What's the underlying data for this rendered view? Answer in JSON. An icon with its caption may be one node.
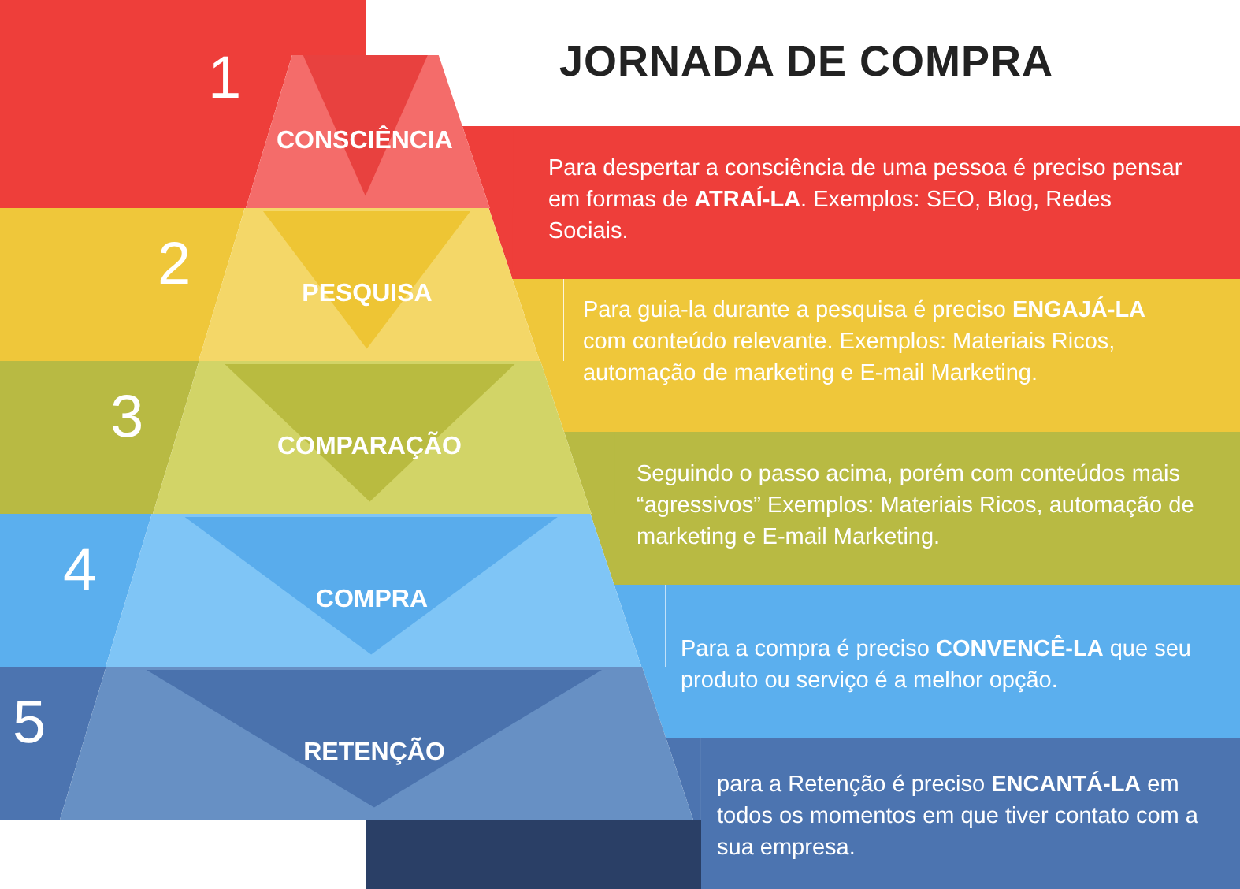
{
  "diagram": {
    "title": "JORNADA DE COMPRA",
    "nodes": [
      {
        "text": [
          "1"
        ]
      },
      {
        "text": [
          "CONSCIÊNCIA"
        ]
      },
      {
        "text": [
          "Para despertar a consciência de uma pessoa é preciso pensar em formas de **ATRAÍ-LA**. Exemplos: SEO, Blog, Redes Sociais."
        ]
      },
      {
        "text": [
          "2"
        ]
      },
      {
        "text": [
          "PESQUISA"
        ]
      },
      {
        "text": [
          "Para guia-la durante a pesquisa  é preciso **ENGAJÁ-LA** com conteúdo relevante. Exemplos: Materiais Ricos, automação de marketing e E-mail Marketing."
        ]
      },
      {
        "text": [
          "3"
        ]
      },
      {
        "text": [
          "COMPARAÇÃO"
        ]
      },
      {
        "text": [
          "Seguindo o passo acima, porém com conteúdos mais “agressivos” Exemplos: Materiais Ricos, automação de marketing e E-mail Marketing."
        ]
      },
      {
        "text": [
          "4"
        ]
      },
      {
        "text": [
          "COMPRA"
        ]
      },
      {
        "text": [
          "Para a compra é preciso **CONVENCÊ-LA** que seu produto ou serviço é a melhor opção."
        ]
      },
      {
        "text": [
          "5"
        ]
      },
      {
        "text": [
          "RETENÇÃO"
        ]
      },
      {
        "text": [
          "para a Retenção é preciso **ENCANTÁ-LA** em todos os momentos em que tiver contato com a sua empresa."
        ]
      }
    ],
    "edges": []
  }
}
